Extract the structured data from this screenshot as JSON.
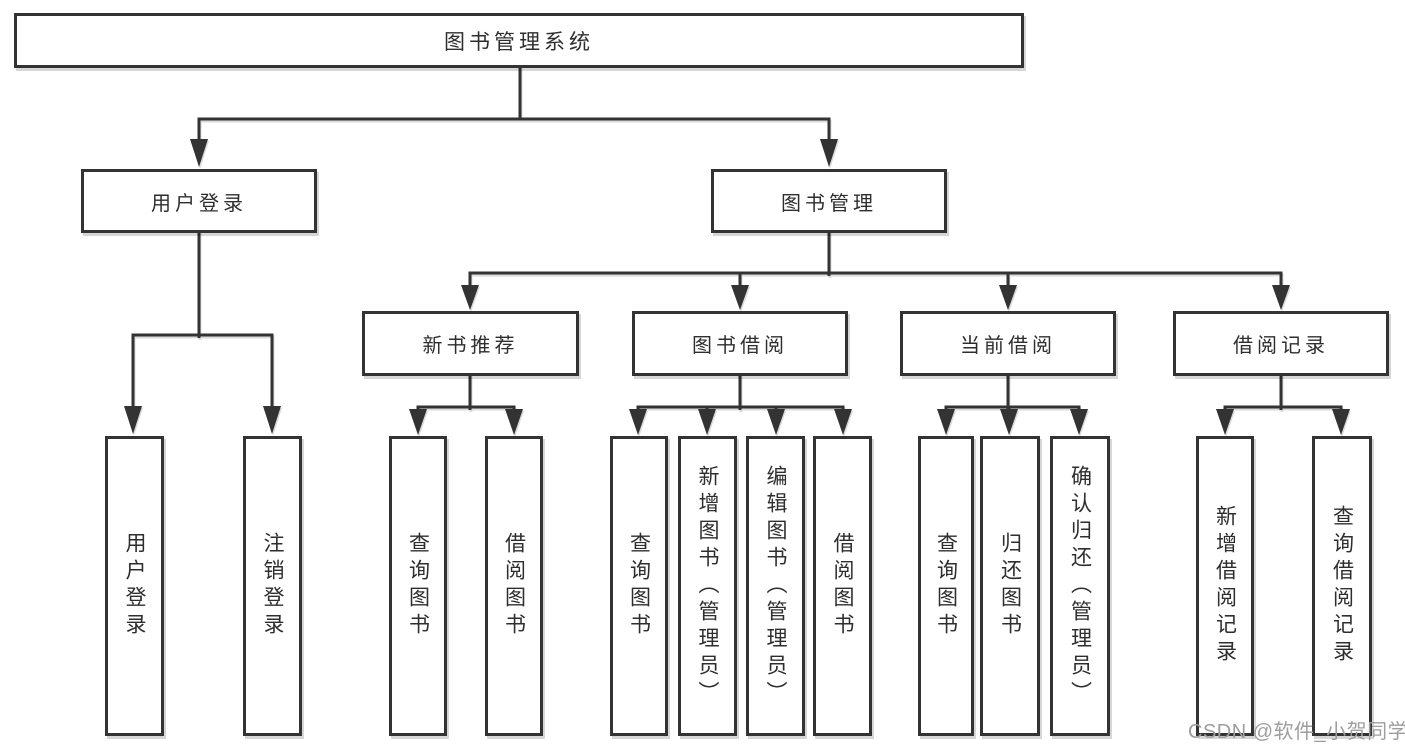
{
  "diagram": {
    "title": "图书管理系统",
    "watermark": "CSDN @软件_小贺同学",
    "type": "function-structure-tree",
    "colors": {
      "line": "#333333",
      "box_border": "#333333",
      "text": "#2e2e2e",
      "watermark": "#9e9e9e",
      "background": "#ffffff"
    }
  },
  "nodes": {
    "root": {
      "label": "图书管理系统"
    },
    "user_login": {
      "label": "用户登录"
    },
    "book_mgmt": {
      "label": "图书管理"
    },
    "new_book_rec": {
      "label": "新书推荐"
    },
    "book_borrow": {
      "label": "图书借阅"
    },
    "current_borrow": {
      "label": "当前借阅"
    },
    "borrow_records": {
      "label": "借阅记录"
    },
    "user_login_leaf": {
      "label": "用户登录"
    },
    "logout_leaf": {
      "label": "注销登录"
    },
    "nbr_query_books": {
      "label": "查询图书"
    },
    "nbr_borrow_books": {
      "label": "借阅图书"
    },
    "bb_query_books": {
      "label": "查询图书"
    },
    "bb_add_books": {
      "label": "新增图书（管理员）"
    },
    "bb_edit_books": {
      "label": "编辑图书（管理员）"
    },
    "bb_borrow_books": {
      "label": "借阅图书"
    },
    "cb_query_books": {
      "label": "查询图书"
    },
    "cb_return_books": {
      "label": "归还图书"
    },
    "cb_confirm_return": {
      "label": "确认归还（管理员）"
    },
    "br_add_record": {
      "label": "新增借阅记录"
    },
    "br_query_record": {
      "label": "查询借阅记录"
    }
  },
  "hierarchy": {
    "图书管理系统": {
      "用户登录": [
        "用户登录",
        "注销登录"
      ],
      "图书管理": {
        "新书推荐": [
          "查询图书",
          "借阅图书"
        ],
        "图书借阅": [
          "查询图书",
          "新增图书（管理员）",
          "编辑图书（管理员）",
          "借阅图书"
        ],
        "当前借阅": [
          "查询图书",
          "归还图书",
          "确认归还（管理员）"
        ],
        "借阅记录": [
          "新增借阅记录",
          "查询借阅记录"
        ]
      }
    }
  }
}
